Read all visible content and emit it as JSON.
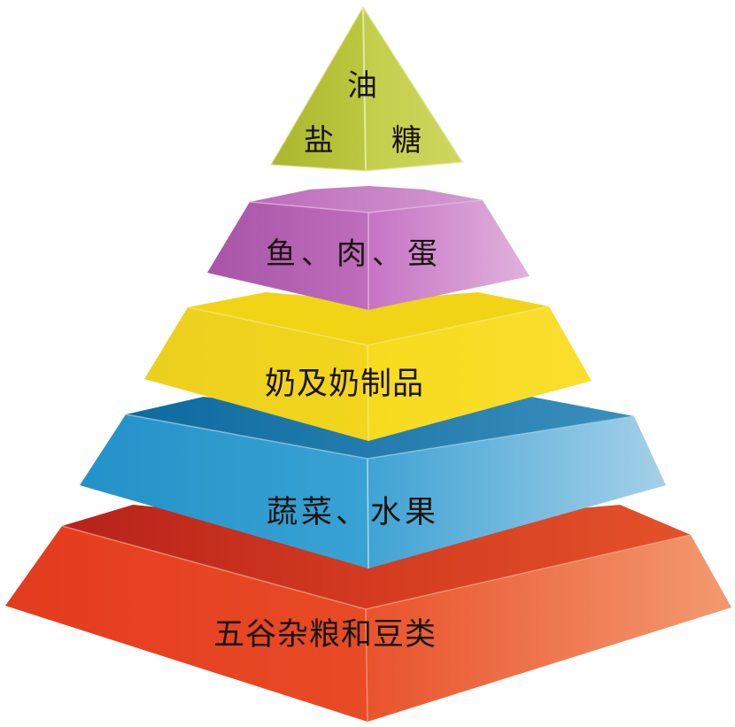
{
  "diagram": {
    "type": "food-pyramid",
    "tiers": [
      {
        "level": 1,
        "name": "top",
        "labels": [
          "油",
          "盐",
          "糖"
        ],
        "color_left": "#b6c23a",
        "color_right": "#c9d556",
        "color": "#bcc83f"
      },
      {
        "level": 2,
        "name": "protein",
        "label": "鱼、肉、蛋",
        "color_top": "#c67cc4",
        "color_left": "#b25fb1",
        "color_right": "#d6a0d3"
      },
      {
        "level": 3,
        "name": "dairy",
        "label": "奶及奶制品",
        "color_top": "#f0d31a",
        "color_left": "#eed21c",
        "color_right": "#f7dc22"
      },
      {
        "level": 4,
        "name": "produce",
        "label": "蔬菜、水果",
        "color_top": "#1c76a8",
        "color_left": "#2898cc",
        "color_right": "#8cc4e2"
      },
      {
        "level": 5,
        "name": "grains",
        "label": "五谷杂粮和豆类",
        "color_top": "#c42c1e",
        "color_left": "#e5401f",
        "color_right": "#f08a5e"
      }
    ]
  }
}
